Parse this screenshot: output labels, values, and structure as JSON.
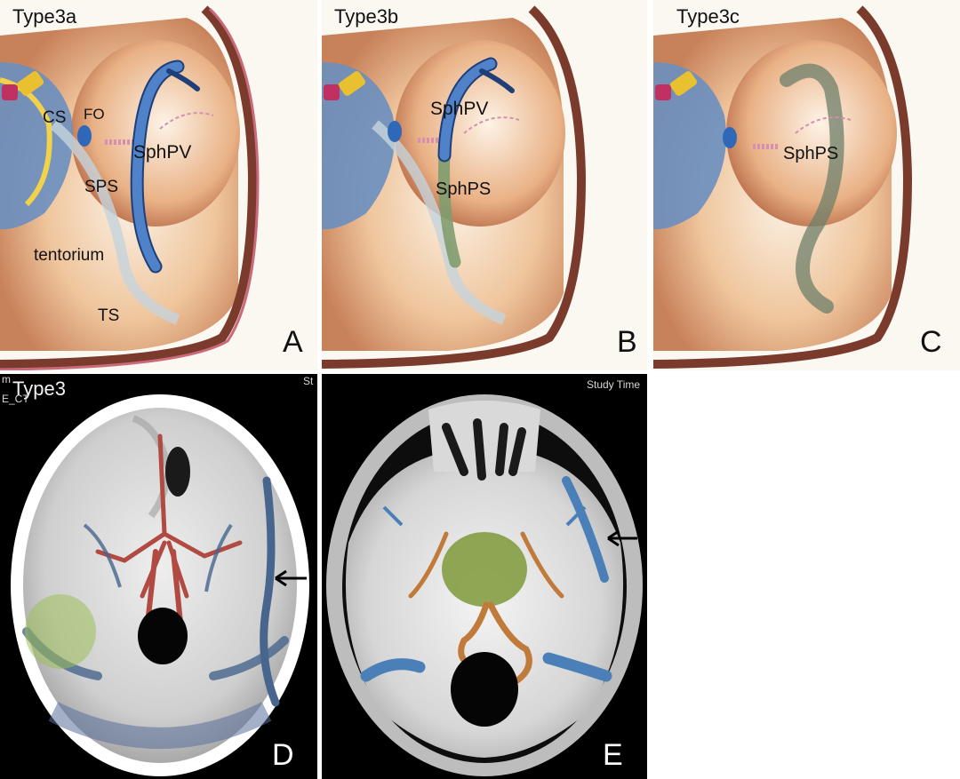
{
  "figure": {
    "panels": [
      {
        "id": "A",
        "title": "Type3a",
        "letter": "A",
        "labels": {
          "cs": "CS",
          "fo": "FO",
          "sphpv": "SphPV",
          "sps": "SPS",
          "tentorium": "tentorium",
          "ts": "TS"
        }
      },
      {
        "id": "B",
        "title": "Type3b",
        "letter": "B",
        "labels": {
          "sphpv": "SphPV",
          "sphps": "SphPS"
        }
      },
      {
        "id": "C",
        "title": "Type3c",
        "letter": "C",
        "labels": {
          "sphps": "SphPS"
        }
      },
      {
        "id": "D",
        "title": "Type3",
        "letter": "D",
        "overlay": {
          "top_left_1": "m",
          "top_left_2": "E_CT",
          "top_right": "St"
        }
      },
      {
        "id": "E",
        "letter": "E",
        "overlay": {
          "top_right": "Study Time"
        }
      }
    ]
  },
  "colors": {
    "dura": "#e8b58a",
    "sinus_blue": "#4a77b0",
    "artery_red": "#b5473f",
    "lesion_green": "#8fae48",
    "bone": "#dedede"
  }
}
